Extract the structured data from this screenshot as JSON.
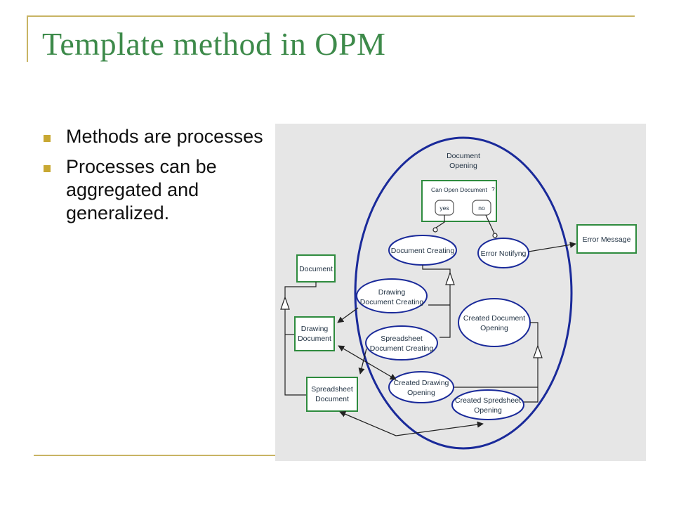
{
  "slide": {
    "title": "Template method in OPM",
    "bullets": [
      "Methods are processes",
      "Processes can be aggregated and generalized."
    ]
  },
  "diagram": {
    "main_process": [
      "Document",
      "Opening"
    ],
    "can_open_object": "Can Open Document",
    "can_open_mark": "?",
    "state_yes": "yes",
    "state_no": "no",
    "document_creating": "Document Creating",
    "error_notifying": "Error Notifyng",
    "error_message": "Error Message",
    "document": "Document",
    "drawing_document_creating": [
      "Drawing",
      "Document Creating"
    ],
    "created_document_opening": [
      "Created Document",
      "Opening"
    ],
    "drawing_document": [
      "Drawing",
      "Document"
    ],
    "spreadsheet_document_creating": [
      "Spreadsheet",
      "Document Creating"
    ],
    "created_drawing_opening": [
      "Created Drawing",
      "Opening"
    ],
    "spreadsheet_document": [
      "Spreadsheet",
      "Document"
    ],
    "created_spredsheet_opening": [
      "Created Spredsheet",
      "Opening"
    ],
    "colors": {
      "object": "#2e8b3e",
      "process": "#1a2a9a",
      "link": "#222222",
      "background": "#e6e6e6"
    }
  }
}
